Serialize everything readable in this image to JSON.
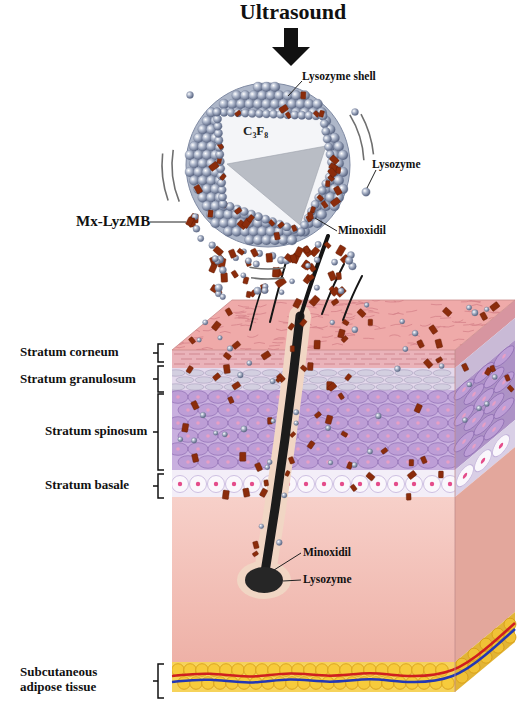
{
  "diagram": {
    "nodes": [
      {
        "text": [
          "C₃F₈"
        ]
      }
    ],
    "labels": [
      "Ultrasound",
      "Lysozyme shell",
      "Mx-LyzMB",
      "Lysozyme",
      "Minoxidil",
      "Stratum corneum",
      "Stratum granulosum",
      "Stratum spinosum",
      "Stratum basale",
      "Minoxidil",
      "Lysozyme",
      "Subcutaneous adipose tissue"
    ]
  }
}
